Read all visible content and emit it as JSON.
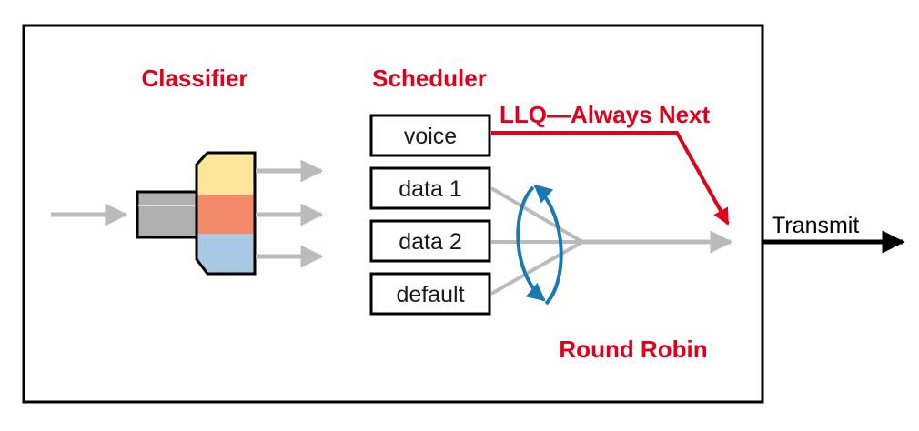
{
  "labels": {
    "classifier": "Classifier",
    "scheduler": "Scheduler",
    "llq": "LLQ—Always Next",
    "round_robin": "Round Robin",
    "transmit": "Transmit"
  },
  "queues": [
    "voice",
    "data 1",
    "data 2",
    "default"
  ],
  "colors": {
    "red": "#e0001b",
    "arrow_gray": "#bbbbbb",
    "band_yellow": "#fde59a",
    "band_orange": "#f58a6b",
    "band_blue": "#a8c8e4",
    "rr_blue": "#1a78b4"
  }
}
